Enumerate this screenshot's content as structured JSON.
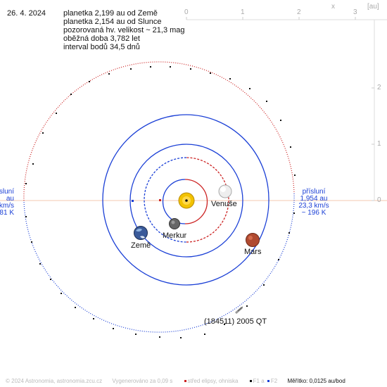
{
  "header": {
    "date": "26. 4. 2024",
    "lines": [
      "planetka 2,199 au od Země",
      "planetka 2,154 au od Slunce",
      "pozorovaná hv. velikost ~ 21,3 mag",
      "oběžná doba 3,782 let",
      "interval bodů 34,5 dnů"
    ]
  },
  "scale_axes": {
    "unit": "[au]",
    "x_ticks": [
      "0",
      "1",
      "2",
      "3"
    ],
    "x_label": "x",
    "y_ticks": [
      "2",
      "1",
      "0"
    ]
  },
  "labels": {
    "perihelion_right": [
      "přísluní",
      "1,954 au",
      "23,3 km/s",
      "~ 196 K"
    ],
    "perihelion_left": [
      "přísluní",
      "au",
      "km/s",
      "81 K"
    ],
    "asteroid": "(184511) 2005 QT"
  },
  "planets": [
    {
      "name": "Venuše",
      "color": "#eeeeee"
    },
    {
      "name": "Merkur",
      "color": "#666666"
    },
    {
      "name": "Země",
      "color": "#3a5a9a"
    },
    {
      "name": "Mars",
      "color": "#b04a30"
    }
  ],
  "orbit_colors": {
    "blue": "#1a3fd6",
    "red": "#cc2222",
    "sun": "#f2c200"
  },
  "footer": {
    "copyright": "© 2024 Astronomia, astronomia.zcu.cz",
    "generated": "Vygenerováno za 0,09 s",
    "ellipse_center": "střed elipsy, ohniska",
    "f1": "F1 a",
    "f2": "F2",
    "scale": "Měřítko: 0,0125 au/bod"
  }
}
